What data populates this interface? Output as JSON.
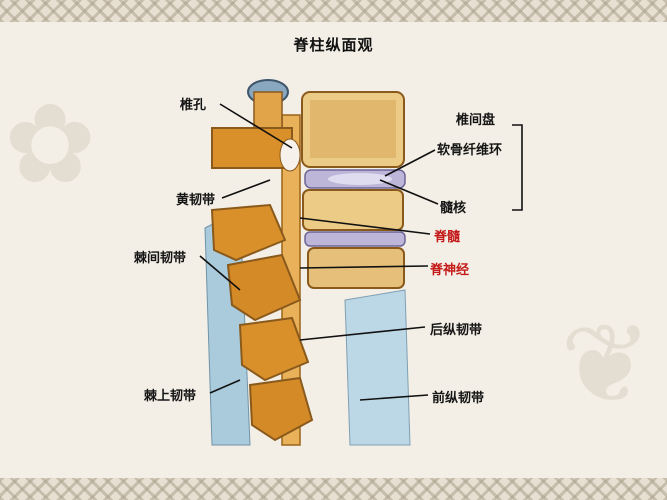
{
  "title": "脊柱纵面观",
  "labels": {
    "foramen": "椎孔",
    "ligamentum_flavum": "黄韧带",
    "interspinous": "棘间韧带",
    "supraspinous": "棘上韧带",
    "disc": "椎间盘",
    "annulus": "软骨纤维环",
    "nucleus": "髓核",
    "spinal_cord": "脊髓",
    "spinal_nerve": "脊神经",
    "posterior_ll": "后纵韧带",
    "anterior_ll": "前纵韧带"
  },
  "colors": {
    "bone": "#d9902a",
    "bone_dark": "#a85f12",
    "vertebra_body": "#efcf8a",
    "ligament": "#9cc3d8",
    "disc": "#b9b3d6",
    "red_label": "#c41a1a",
    "background": "#f3efe6"
  }
}
